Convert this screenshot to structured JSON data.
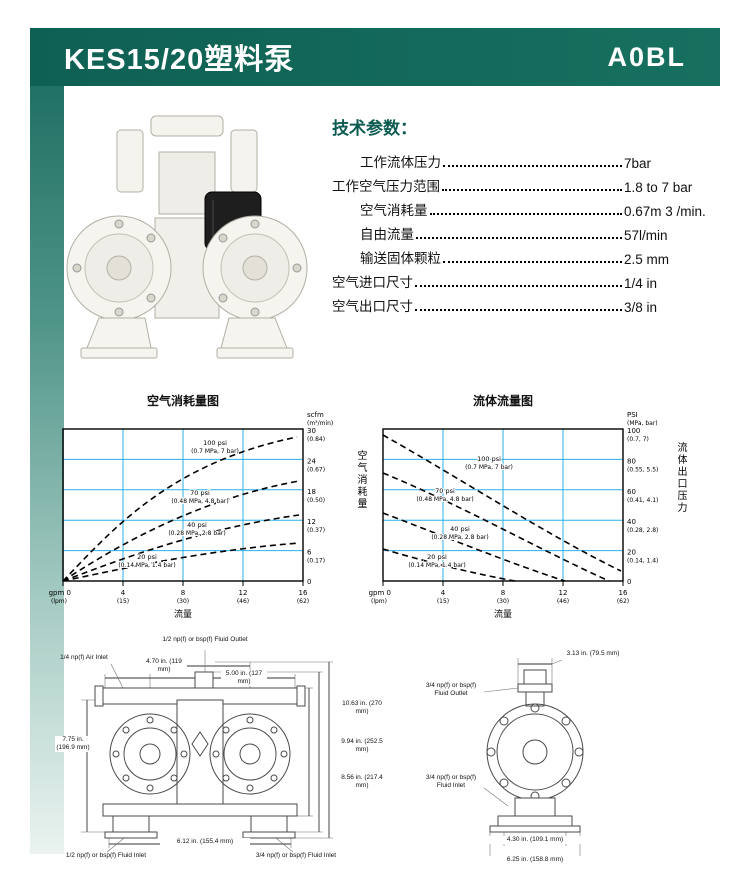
{
  "header": {
    "title": "KES15/20塑料泵",
    "model": "A0BL"
  },
  "specs": {
    "heading": "技术参数：",
    "items": [
      {
        "label": "工作流体压力",
        "value": "7bar"
      },
      {
        "label": "工作空气压力范围",
        "value": "1.8 to 7 bar"
      },
      {
        "label": "空气消耗量",
        "value": "0.67m 3 /min."
      },
      {
        "label": "自由流量",
        "value": "57l/min"
      },
      {
        "label": "输送固体颗粒",
        "value": "2.5 mm"
      },
      {
        "label": "空气进口尺寸",
        "value": "1/4 in"
      },
      {
        "label": "空气出口尺寸",
        "value": "3/8 in"
      }
    ]
  },
  "charts": [
    {
      "title": "空气消耗量图",
      "unit1": "scfm",
      "unit2": "(m³/min)",
      "right_axis": "空气消耗量",
      "yticks": [
        {
          "v": "30",
          "alt": "(0.84)"
        },
        {
          "v": "24",
          "alt": "(0.67)"
        },
        {
          "v": "18",
          "alt": "(0.50)"
        },
        {
          "v": "12",
          "alt": "(0.37)"
        },
        {
          "v": "6",
          "alt": "(0.17)"
        },
        {
          "v": "0",
          "alt": ""
        }
      ],
      "xticks": [
        {
          "v": "gpm 0",
          "alt": "(lpm)"
        },
        {
          "v": "4",
          "alt": "(15)"
        },
        {
          "v": "8",
          "alt": "(30)"
        },
        {
          "v": "12",
          "alt": "(46)"
        },
        {
          "v": "16",
          "alt": "(62)"
        }
      ],
      "xlabel": "流量",
      "labels": [
        {
          "l1": "100 psi",
          "l2": "(0.7 MPa, 7 bar)"
        },
        {
          "l1": "70 psi",
          "l2": "(0.48 MPa, 4.8 bar)"
        },
        {
          "l1": "40 psi",
          "l2": "(0.28 MPa, 2.8 bar)"
        },
        {
          "l1": "20 psi",
          "l2": "(0.14 MPa, 1.4 bar)"
        }
      ]
    },
    {
      "title": "流体流量图",
      "unit1": "PSI",
      "unit2": "(MPa, bar)",
      "right_axis": "流体出口压力",
      "yticks": [
        {
          "v": "100",
          "alt": "(0.7, 7)"
        },
        {
          "v": "80",
          "alt": "(0.55, 5.5)"
        },
        {
          "v": "60",
          "alt": "(0.41, 4.1)"
        },
        {
          "v": "40",
          "alt": "(0.28, 2.8)"
        },
        {
          "v": "20",
          "alt": "(0.14, 1.4)"
        },
        {
          "v": "0",
          "alt": ""
        }
      ],
      "xticks": [
        {
          "v": "gpm 0",
          "alt": "(lpm)"
        },
        {
          "v": "4",
          "alt": "(15)"
        },
        {
          "v": "8",
          "alt": "(30)"
        },
        {
          "v": "12",
          "alt": "(46)"
        },
        {
          "v": "16",
          "alt": "(62)"
        }
      ],
      "xlabel": "流量",
      "labels": [
        {
          "l1": "100 psi",
          "l2": "(0.7 MPa, 7 bar)"
        },
        {
          "l1": "70 psi",
          "l2": "(0.48 MPa, 4.8 bar)"
        },
        {
          "l1": "40 psi",
          "l2": "(0.28 MPa, 2.8 bar)"
        },
        {
          "l1": "20 psi",
          "l2": "(0.14 MPa, 1.4 bar)"
        }
      ]
    }
  ],
  "chart_data": [
    {
      "type": "line",
      "title": "空气消耗量图",
      "xlabel": "流量 (gpm / lpm)",
      "ylabel": "空气消耗量 scfm (m³/min)",
      "xlim": [
        0,
        16
      ],
      "ylim": [
        0,
        30
      ],
      "x": [
        0,
        4,
        8,
        12,
        16
      ],
      "x_lpm": [
        0,
        15,
        30,
        46,
        62
      ],
      "grid": true,
      "line_style": "dashed",
      "series": [
        {
          "name": "100 psi (0.7 MPa, 7 bar)",
          "values": [
            0,
            12,
            21,
            27,
            29
          ]
        },
        {
          "name": "70 psi (0.48 MPa, 4.8 bar)",
          "values": [
            0,
            8,
            14,
            18,
            20
          ]
        },
        {
          "name": "40 psi (0.28 MPa, 2.8 bar)",
          "values": [
            0,
            5,
            9,
            11.5,
            13
          ]
        },
        {
          "name": "20 psi (0.14 MPa, 1.4 bar)",
          "values": [
            0,
            2.5,
            5,
            6.5,
            7.5
          ]
        }
      ]
    },
    {
      "type": "line",
      "title": "流体流量图",
      "xlabel": "流量 (gpm / lpm)",
      "ylabel": "流体出口压力 PSI (MPa, bar)",
      "xlim": [
        0,
        16
      ],
      "ylim": [
        0,
        100
      ],
      "x": [
        0,
        4,
        8,
        12,
        16
      ],
      "x_lpm": [
        0,
        15,
        30,
        46,
        62
      ],
      "grid": true,
      "line_style": "dashed",
      "series": [
        {
          "name": "100 psi (0.7 MPa, 7 bar)",
          "values": [
            97,
            75,
            50,
            25,
            5
          ]
        },
        {
          "name": "70 psi (0.48 MPa, 4.8 bar)",
          "values": [
            71,
            52,
            30,
            10,
            0
          ]
        },
        {
          "name": "40 psi (0.28 MPa, 2.8 bar)",
          "values": [
            45,
            28,
            12,
            0,
            null
          ]
        },
        {
          "name": "20 psi (0.14 MPa, 1.4 bar)",
          "values": [
            21,
            9,
            0,
            null,
            null
          ]
        }
      ]
    }
  ],
  "drawings": {
    "front": {
      "fluid_outlet": "1/2 np(f) or bsp(f) Fluid Outlet",
      "air_inlet": "1/4 np(f) Air Inlet",
      "dim_w1": "4.70 in. (119 mm)",
      "dim_w2": "5.00 in. (127 mm)",
      "dim_h_left": "7.75 in. (196.9 mm)",
      "dim_h3": "10.63 in. (270 mm)",
      "dim_h2": "9.94 in. (252.5 mm)",
      "dim_h1": "8.56 in. (217.4 mm)",
      "dim_w3": "6.12 in. (155.4 mm)",
      "fluid_inlet_left": "1/2 np(f) or bsp(f) Fluid Inlet",
      "fluid_inlet_right": "3/4 np(f) or bsp(f) Fluid Inlet"
    },
    "side": {
      "dim_depth": "3.13 in. (79.5 mm)",
      "fluid_outlet": "3/4 np(f) or bsp(f) Fluid Outlet",
      "fluid_inlet": "3/4 np(f) or bsp(f) Fluid Inlet",
      "dim_w1": "4.30 in. (109.1 mm)",
      "dim_w2": "6.25 in. (158.8 mm)"
    }
  }
}
